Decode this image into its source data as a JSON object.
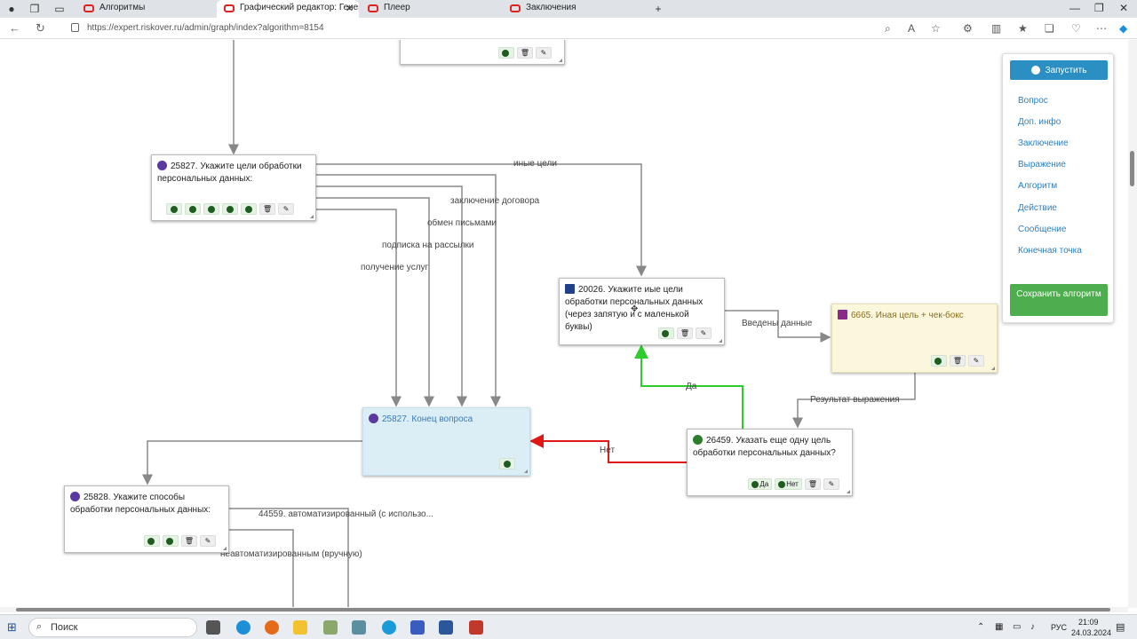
{
  "browser": {
    "tabs": [
      {
        "label": "Алгоритмы",
        "active": false
      },
      {
        "label": "Графический редактор: Генера",
        "active": true
      },
      {
        "label": "Плеер",
        "active": false
      },
      {
        "label": "Заключения",
        "active": false
      }
    ],
    "url": "https://expert.riskover.ru/admin/graph/index?algorithm=8154"
  },
  "nodes": {
    "n25827": {
      "title": "25827. Укажите цели обработки персональных данных:",
      "icon_color": "#5a3aa0"
    },
    "n20026": {
      "title": "20026. Укажите иые цели обработки персональных данных (через запятую и с маленькой буквы)",
      "icon_color": "#1e3f8a"
    },
    "n6665": {
      "title": "6665. Иная цель + чек-бокс",
      "icon_color": "#8a2a8a",
      "bg": "#fbf7dc"
    },
    "n25827end": {
      "title": "25827. Конец вопроса",
      "icon_color": "#5a3aa0",
      "bg": "#dbeef6"
    },
    "n26459": {
      "title": "26459. Указать еще одну цель обработки персональных данных?",
      "icon_color": "#2d7d2d",
      "yes": "Да",
      "no": "Нет"
    },
    "n25828": {
      "title": "25828. Укажите способы обработки персональных данных:",
      "icon_color": "#5a3aa0"
    }
  },
  "edge_labels": {
    "inye_tseli": "иные цели",
    "zakl_dogovora": "заключение договора",
    "obmen": "обмен письмами",
    "podpiska": "подписка на рассылки",
    "uslugi": "получение услуг",
    "vvedeny": "Введены данные",
    "rezultat": "Результат выражения",
    "da": "Да",
    "net": "Нет",
    "avto": "44559. автоматизированный (с использо...",
    "neavto": "неавтоматизированным (вручную)"
  },
  "panel": {
    "run": "Запустить",
    "items": [
      "Вопрос",
      "Доп. инфо",
      "Заключение",
      "Выражение",
      "Алгоритм",
      "Действие",
      "Сообщение",
      "Конечная точка"
    ],
    "save": "Сохранить алгоритм"
  },
  "taskbar": {
    "search": "Поиск",
    "lang": "РУС",
    "time": "21:09",
    "date": "24.03.2024"
  }
}
